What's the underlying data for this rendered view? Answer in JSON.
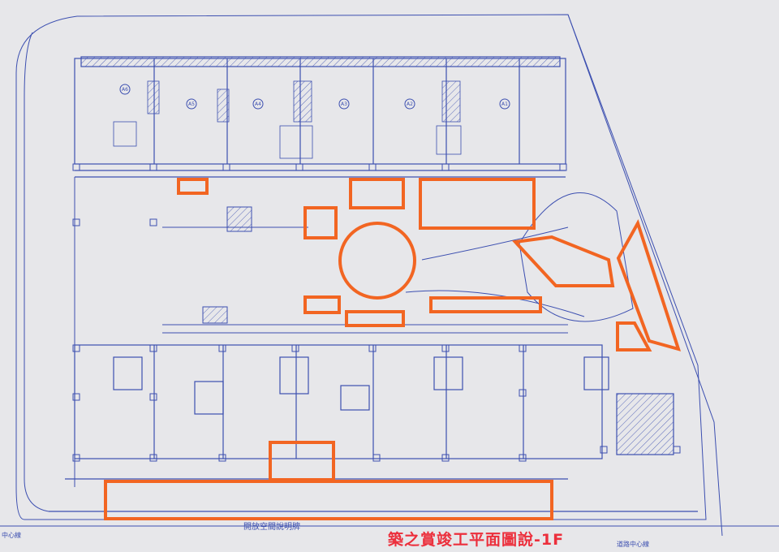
{
  "caption": "築之賞竣工平面圖說-1F",
  "labels": {
    "left_center_line": "中心線",
    "right_center_line": "道路中心線",
    "handwritten_note": "開放空間說明牌"
  },
  "unit_codes": [
    "A6",
    "A5",
    "A4",
    "A3",
    "A2",
    "A1"
  ],
  "colors": {
    "background": "#e7e7ea",
    "linework": "#3c4fb0",
    "highlight": "#f26522",
    "caption": "#ec2f3c"
  }
}
